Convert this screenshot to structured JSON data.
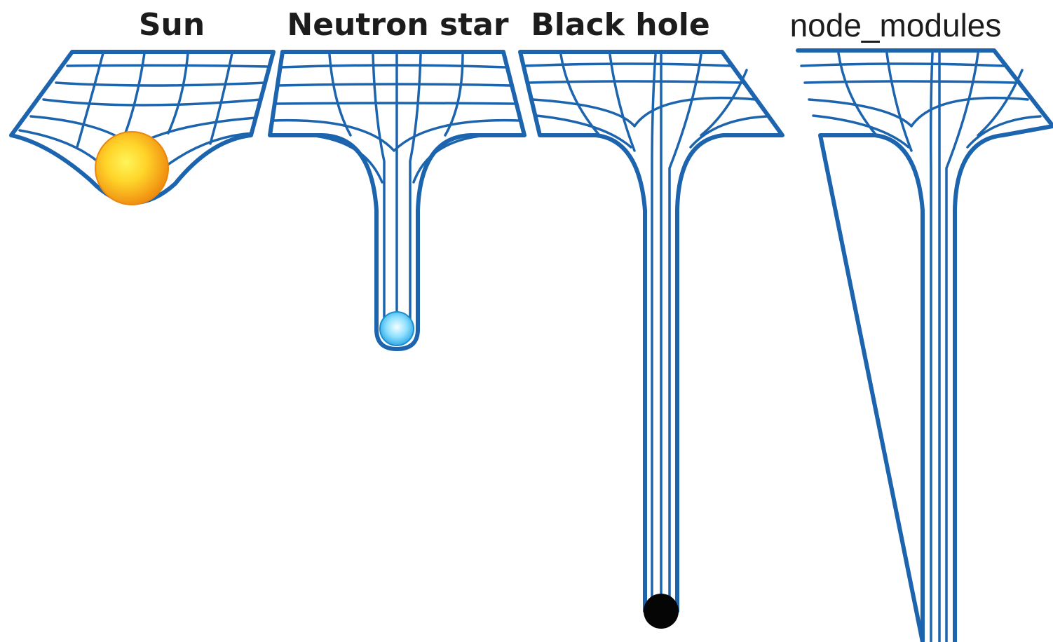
{
  "panels": [
    {
      "key": "sun",
      "label": "Sun",
      "object": "sun-sphere"
    },
    {
      "key": "neutron_star",
      "label": "Neutron star",
      "object": "neutron-star-sphere"
    },
    {
      "key": "black_hole",
      "label": "Black hole",
      "object": "black-hole-sphere"
    },
    {
      "key": "node_modules",
      "label": "node_modules",
      "object": "none"
    }
  ],
  "colors": {
    "grid_line": "#1c64ad",
    "background": "#ffffff",
    "label_text": "#1c1c1c",
    "sun_core": "#ffe93a",
    "sun_edge": "#f29a12",
    "neutron_core": "#e8fbff",
    "neutron_edge": "#2ab0e8",
    "black_hole": "#000000"
  }
}
